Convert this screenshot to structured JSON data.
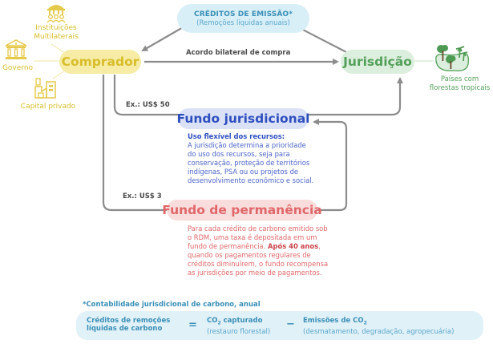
{
  "credits": {
    "title": "CRÉDITOS DE EMISSÃO*",
    "subtitle": "(Remoções líquidas anuais)"
  },
  "nodes": {
    "buyer": "Comprador",
    "jurisdiction": "Jurisdição",
    "jurisdictional_fund": "Fundo jurisdicional",
    "permanence_fund": "Fundo de permanência"
  },
  "buyer_sources": {
    "multilateral": "Instituições\nMultilaterais",
    "multilateral_l1": "Instituições",
    "multilateral_l2": "Multilaterais",
    "government": "Governo",
    "private_capital": "Capital privado"
  },
  "jurisdiction_info": {
    "line1": "Países com",
    "line2": "florestas tropicais"
  },
  "edges": {
    "bilateral": "Acordo bilateral de compra",
    "example_50": "Ex.: US$ 50",
    "example_3": "Ex.: US$ 3"
  },
  "jurisdictional_fund_desc": {
    "heading": "Uso flexível dos recursos:",
    "lines": [
      "A jurisdição determina a prioridade",
      "do uso dos recursos, seja para",
      "conservação, proteção de territórios",
      "indígenas, PSA ou ou projetos de",
      "desenvolvimento econômico e social."
    ]
  },
  "permanence_fund_desc": {
    "line1": "Para cada crédito de carbono emitido sob",
    "line2": "o RDM, uma taxa é depositada em um",
    "line3_pre": "fundo de permanência. ",
    "line3_bold": "Após 40 anos",
    "line3_post": ",",
    "line4": "quando os pagamentos regulares de",
    "line5": "créditos diminuírem, o fundo recompensa",
    "line6": "as jurisdições por meio de pagamentos."
  },
  "accounting": {
    "title": "*Contabilidade jurisdicional de carbono, anual",
    "lhs_l1": "Créditos de remoções",
    "lhs_l2": "líquidas de carbono",
    "eq": "=",
    "term1_l1_pre": "CO",
    "term1_l1_sub": "2",
    "term1_l1_post": " capturado",
    "term1_l2": "(restauro florestal)",
    "minus": "−",
    "term2_l1_pre": "Emissões de CO",
    "term2_l1_sub": "2",
    "term2_l2": "(desmatamento, degradação, agropecuária)"
  },
  "colors": {
    "buyer": "#d8bd2a",
    "jurisdiction": "#53a05a",
    "jurisdictional_fund": "#2f4fbf",
    "permanence_fund": "#e0676a",
    "credits": "#3a8fb7",
    "arrows": "#8c8c8c"
  }
}
